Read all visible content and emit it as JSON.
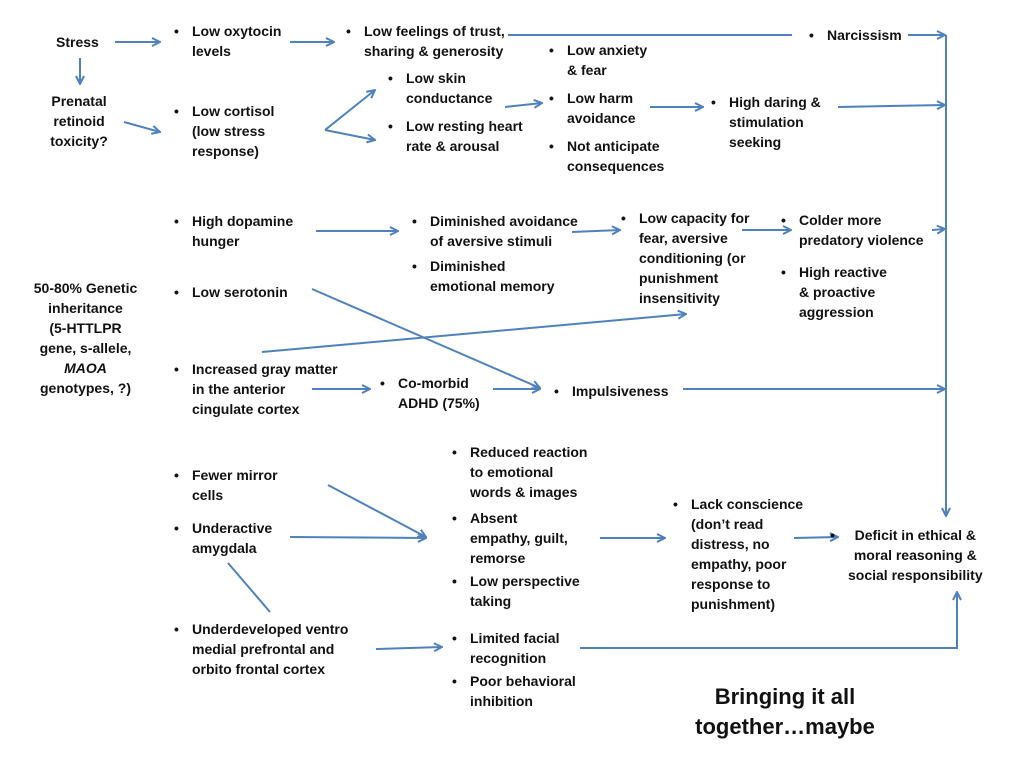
{
  "nodes": {
    "stress": "Stress",
    "prenatal": "Prenatal\nretinoid\ntoxicity?",
    "genetic_pre": "50-80% Genetic\ninheritance\n(5-HTTLPR\ngene,  s-allele,",
    "genetic_maoa": "MAOA",
    "genetic_post": "genotypes, ?)",
    "oxytocin": "Low oxytocin\nlevels",
    "cortisol": "Low cortisol\n(low stress\nresponse)",
    "trust": "Low feelings of trust,\nsharing & generosity",
    "narcissism": "Narcissism",
    "anxiety": "Low anxiety\n& fear",
    "skin": "Low skin\nconductance",
    "heart": "Low resting heart\nrate & arousal",
    "harm": "Low harm\navoidance",
    "anticipate": "Not anticipate\nconsequences",
    "daring": "High daring &\nstimulation\nseeking",
    "dopamine": "High dopamine\nhunger",
    "serotonin": "Low serotonin",
    "gray": "Increased gray matter\nin the anterior\ncingulate cortex",
    "avoidance": "Diminished avoidance\nof aversive stimuli",
    "emomemory": "Diminished\nemotional memory",
    "capacity": "Low capacity for\nfear,  aversive\nconditioning (or\npunishment\ninsensitivity",
    "colder": "Colder more\npredatory violence",
    "reactive": "High reactive\n& proactive\naggression",
    "adhd": "Co-morbid\nADHD (75%)",
    "impulsiveness": "Impulsiveness",
    "mirror": "Fewer mirror\ncells",
    "amygdala": "Underactive\namygdala",
    "ventro": "Underdeveloped ventro\nmedial prefrontal and\norbito frontal cortex",
    "reaction": "Reduced reaction\nto emotional\nwords & images",
    "empathy": "Absent\nempathy, guilt,\nremorse",
    "perspective": "Low perspective\ntaking",
    "facial": "Limited facial\nrecognition",
    "inhibition": "Poor behavioral\ninhibition",
    "conscience": "Lack conscience\n(don’t read\ndistress, no\nempathy, poor\nresponse to\npunishment)",
    "deficit": "Deficit in ethical &\nmoral reasoning &\nsocial responsibility"
  },
  "title": "Bringing it all\ntogether…maybe",
  "colors": {
    "arrow": "#4f81bd",
    "text": "#111111",
    "background": "#ffffff"
  }
}
